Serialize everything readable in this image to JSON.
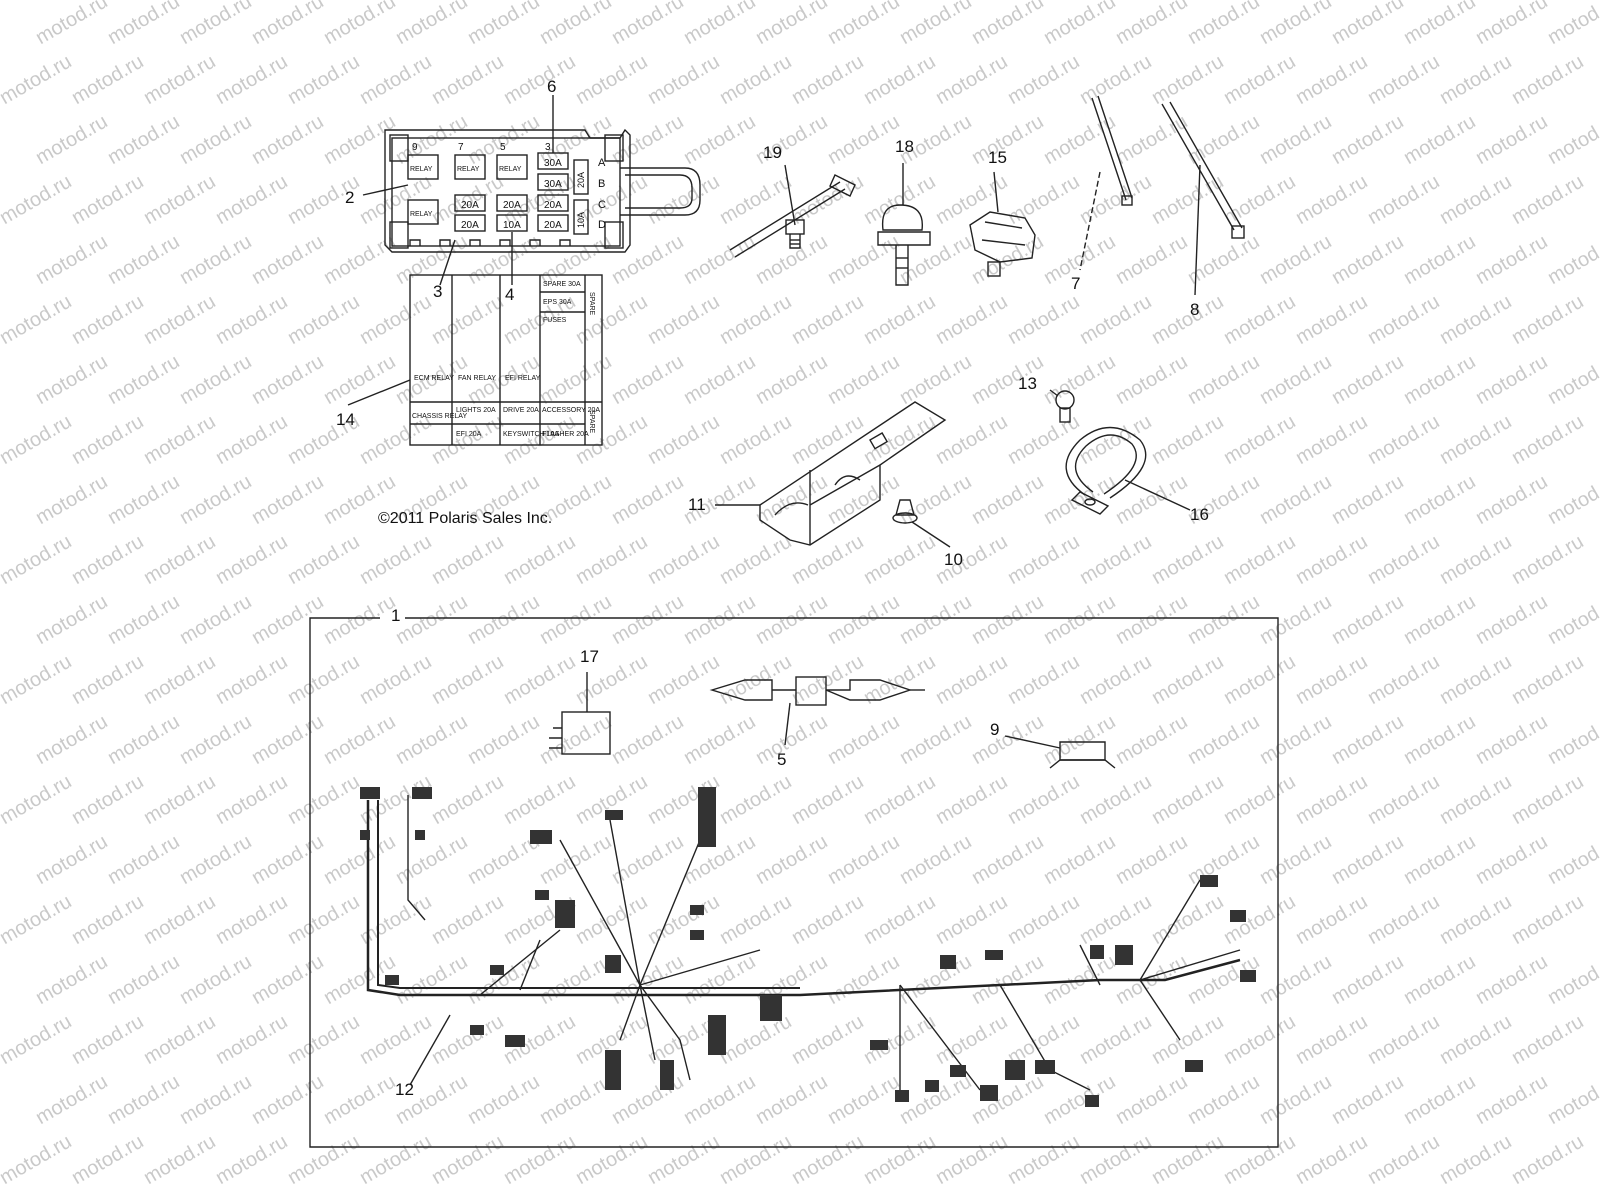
{
  "watermark": "motod.ru",
  "copyright": "©2011 Polaris Sales Inc.",
  "callouts": [
    "1",
    "2",
    "3",
    "4",
    "5",
    "6",
    "7",
    "8",
    "9",
    "10",
    "11",
    "12",
    "13",
    "14",
    "15",
    "16",
    "17",
    "18",
    "19"
  ],
  "fuse_box": {
    "numbers": [
      "9",
      "7",
      "5",
      "3"
    ],
    "relays": [
      "RELAY",
      "RELAY",
      "RELAY",
      "RELAY"
    ],
    "fuses": [
      "30A",
      "30A",
      "20A",
      "20A",
      "20A",
      "20A",
      "10A",
      "20A"
    ],
    "rows": [
      "A",
      "B",
      "C",
      "D"
    ],
    "side_fuses": [
      "20A",
      "10A"
    ]
  },
  "decal": {
    "cells": [
      "ECM RELAY",
      "FAN RELAY",
      "EFI RELAY",
      "SPARE 30A",
      "EPS 30A",
      "FUSES",
      "CHASSIS RELAY",
      "LIGHTS 20A",
      "DRIVE 20A",
      "ACCESSORY 20A",
      "EFI 20A",
      "KEYSWITCH 10A",
      "FLASHER 20A",
      "SPARE",
      "SPARE"
    ]
  }
}
